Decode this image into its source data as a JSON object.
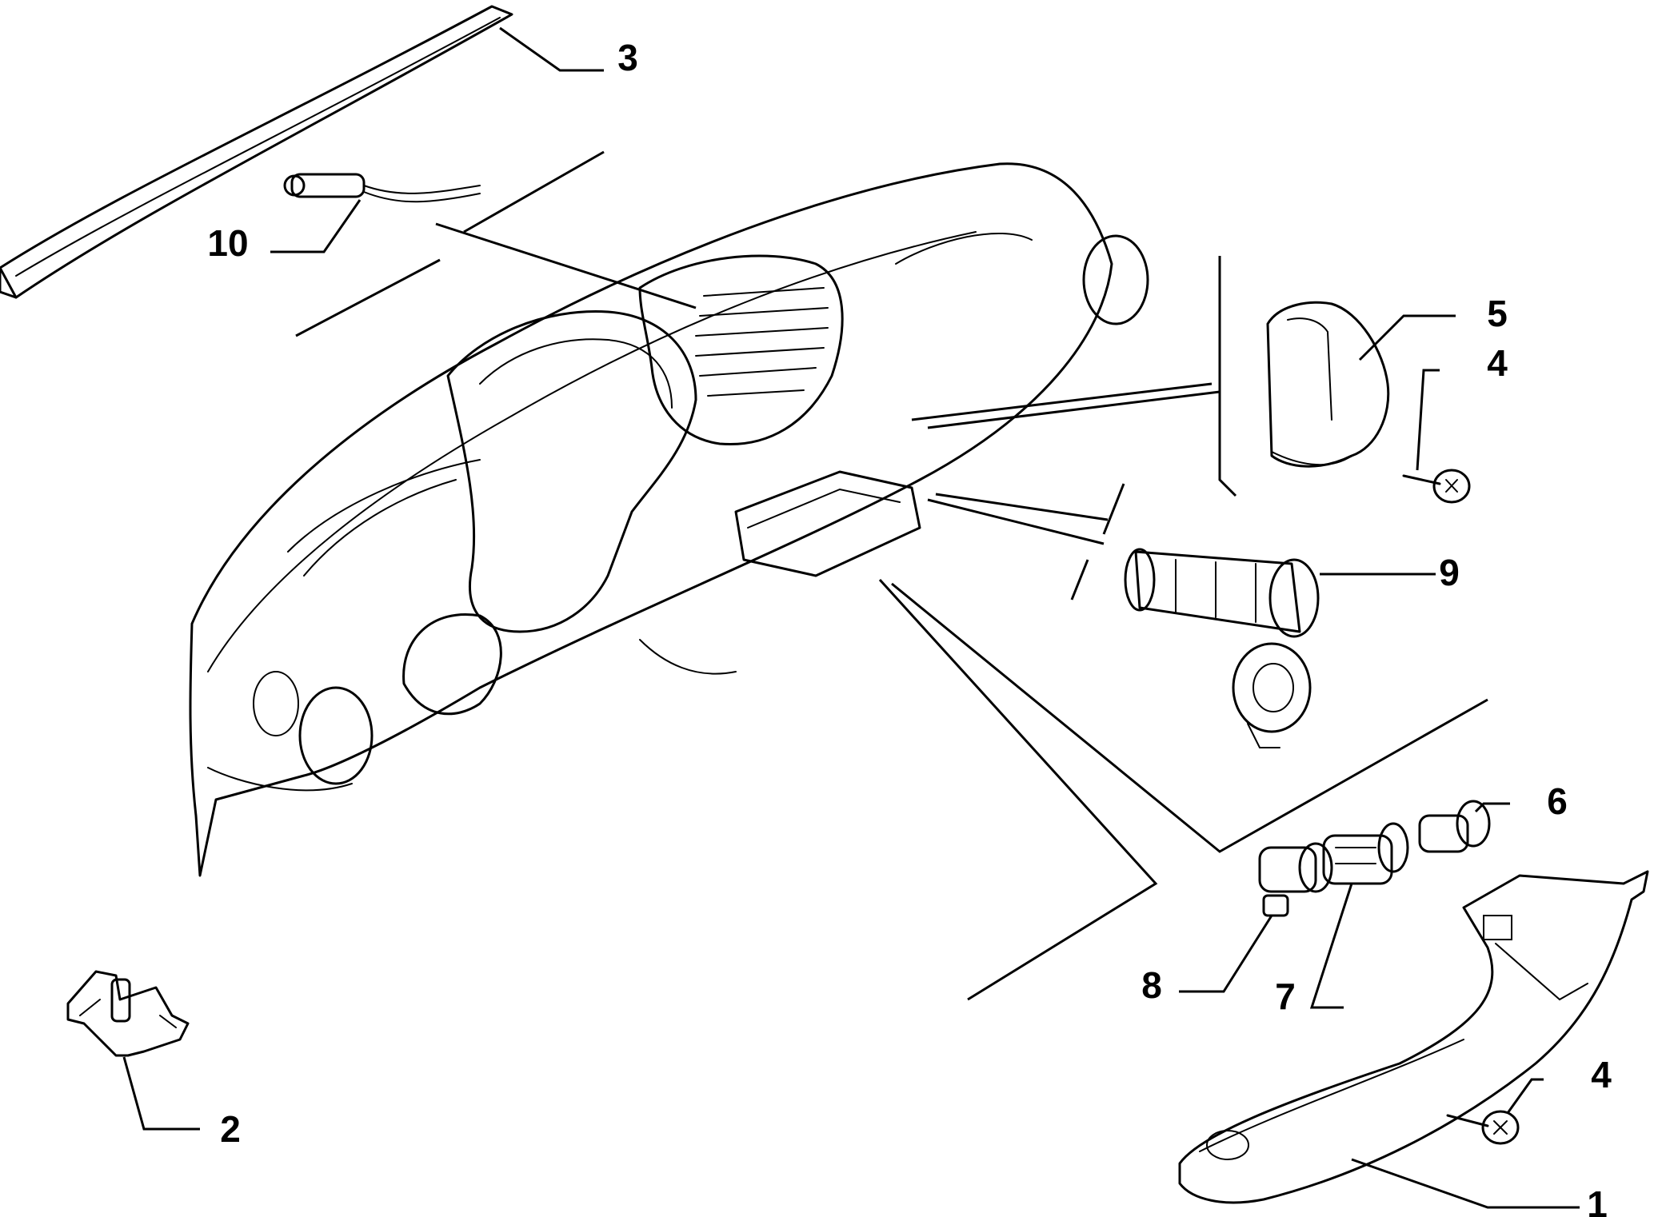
{
  "callouts": [
    {
      "id": "1",
      "label": "1"
    },
    {
      "id": "2",
      "label": "2"
    },
    {
      "id": "3",
      "label": "3"
    },
    {
      "id": "4a",
      "label": "4"
    },
    {
      "id": "4b",
      "label": "4"
    },
    {
      "id": "5",
      "label": "5"
    },
    {
      "id": "6",
      "label": "6"
    },
    {
      "id": "7",
      "label": "7"
    },
    {
      "id": "8",
      "label": "8"
    },
    {
      "id": "9",
      "label": "9"
    },
    {
      "id": "10",
      "label": "10"
    }
  ]
}
